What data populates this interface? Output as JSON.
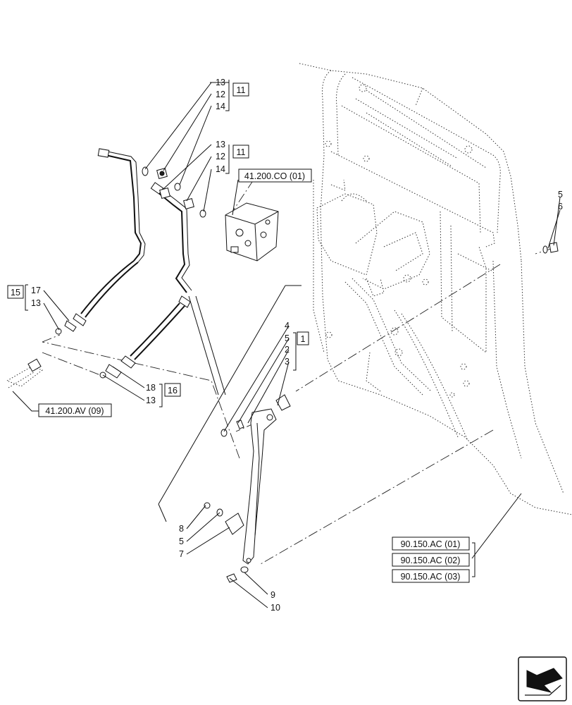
{
  "callouts": {
    "c13a": "13",
    "c12a": "12",
    "c14a": "14",
    "c13b": "13",
    "c12b": "12",
    "c14b": "14",
    "c5r": "5",
    "c6r": "6",
    "c17": "17",
    "c13c": "13",
    "c4": "4",
    "c5b": "5",
    "c2": "2",
    "c3": "3",
    "c18": "18",
    "c13d": "13",
    "c8": "8",
    "c5c": "5",
    "c7": "7",
    "c9": "9",
    "c10": "10"
  },
  "boxes": {
    "b11a": "11",
    "b11b": "11",
    "b15": "15",
    "b1": "1",
    "b16": "16"
  },
  "references": {
    "co": "41.200.CO (01)",
    "av": "41.200.AV (09)",
    "ac1": "90.150.AC (01)",
    "ac2": "90.150.AC (02)",
    "ac3": "90.150.AC (03)"
  },
  "icons": {
    "nav": "next-page-arrow-icon"
  }
}
